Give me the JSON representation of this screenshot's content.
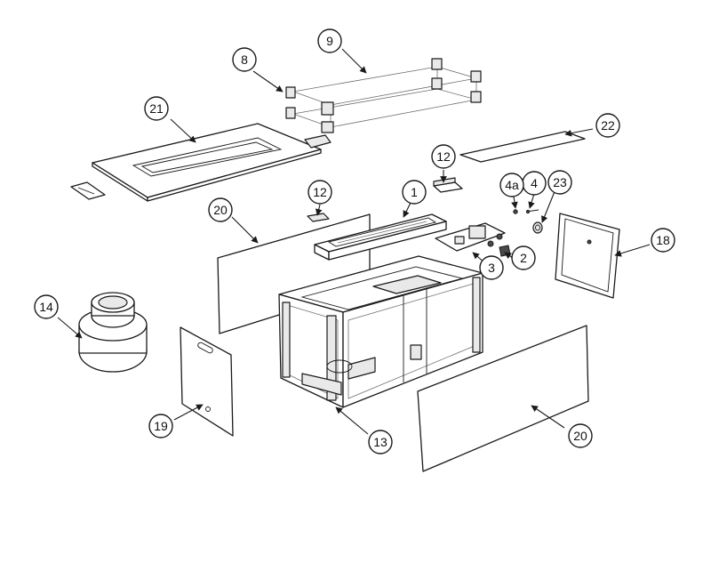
{
  "callouts": [
    {
      "id": "c1",
      "label": "1"
    },
    {
      "id": "c2",
      "label": "2"
    },
    {
      "id": "c3",
      "label": "3"
    },
    {
      "id": "c4",
      "label": "4"
    },
    {
      "id": "c4a",
      "label": "4a"
    },
    {
      "id": "c8",
      "label": "8"
    },
    {
      "id": "c9",
      "label": "9"
    },
    {
      "id": "c12a",
      "label": "12"
    },
    {
      "id": "c12b",
      "label": "12"
    },
    {
      "id": "c13",
      "label": "13"
    },
    {
      "id": "c14",
      "label": "14"
    },
    {
      "id": "c18",
      "label": "18"
    },
    {
      "id": "c19",
      "label": "19"
    },
    {
      "id": "c20a",
      "label": "20"
    },
    {
      "id": "c20b",
      "label": "20"
    },
    {
      "id": "c21",
      "label": "21"
    },
    {
      "id": "c22",
      "label": "22"
    },
    {
      "id": "c23",
      "label": "23"
    }
  ],
  "colors": {
    "line": "#1a1a1a",
    "fill": "#ffffff",
    "shade": "#e9e9e9"
  }
}
